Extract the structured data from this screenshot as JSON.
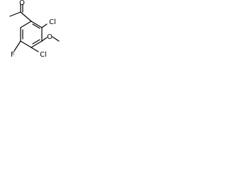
{
  "molecule": {
    "atoms": {
      "carbonyl_oxygen": "O",
      "chloro_top": "Cl",
      "methoxy_oxygen": "O",
      "chloro_bottom": "Cl",
      "fluoro": "F"
    }
  }
}
